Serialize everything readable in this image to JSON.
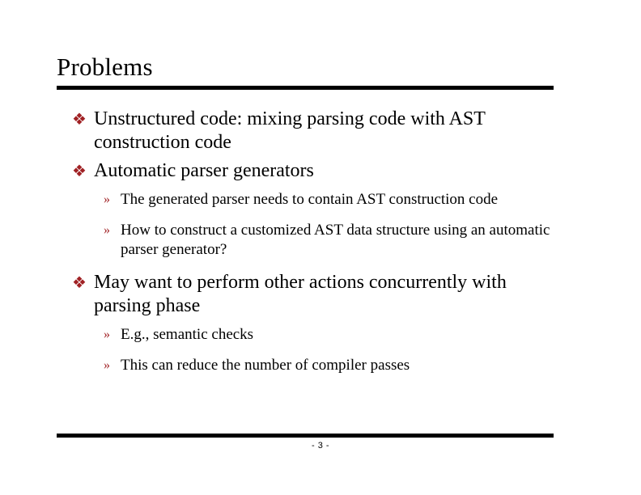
{
  "slide": {
    "title": "Problems",
    "accent_color": "#A02124",
    "text_color": "#000000",
    "background_color": "#FFFFFF",
    "rule_color": "#000000",
    "bullets": {
      "level1_marker": "❖",
      "level2_marker": "»"
    },
    "content": [
      {
        "level": 1,
        "text": "Unstructured code: mixing parsing code with AST construction code"
      },
      {
        "level": 1,
        "text": "Automatic parser generators"
      },
      {
        "level": 2,
        "text": "The generated parser needs to contain AST construction code"
      },
      {
        "level": 2,
        "text": "How to construct a customized AST data structure using an automatic parser generator?"
      },
      {
        "level": 1,
        "text": "May want to perform other actions concurrently with parsing phase"
      },
      {
        "level": 2,
        "text": "E.g., semantic checks"
      },
      {
        "level": 2,
        "text": "This can reduce the number of compiler passes"
      }
    ],
    "footer": {
      "page_label": "- 3 -"
    }
  }
}
